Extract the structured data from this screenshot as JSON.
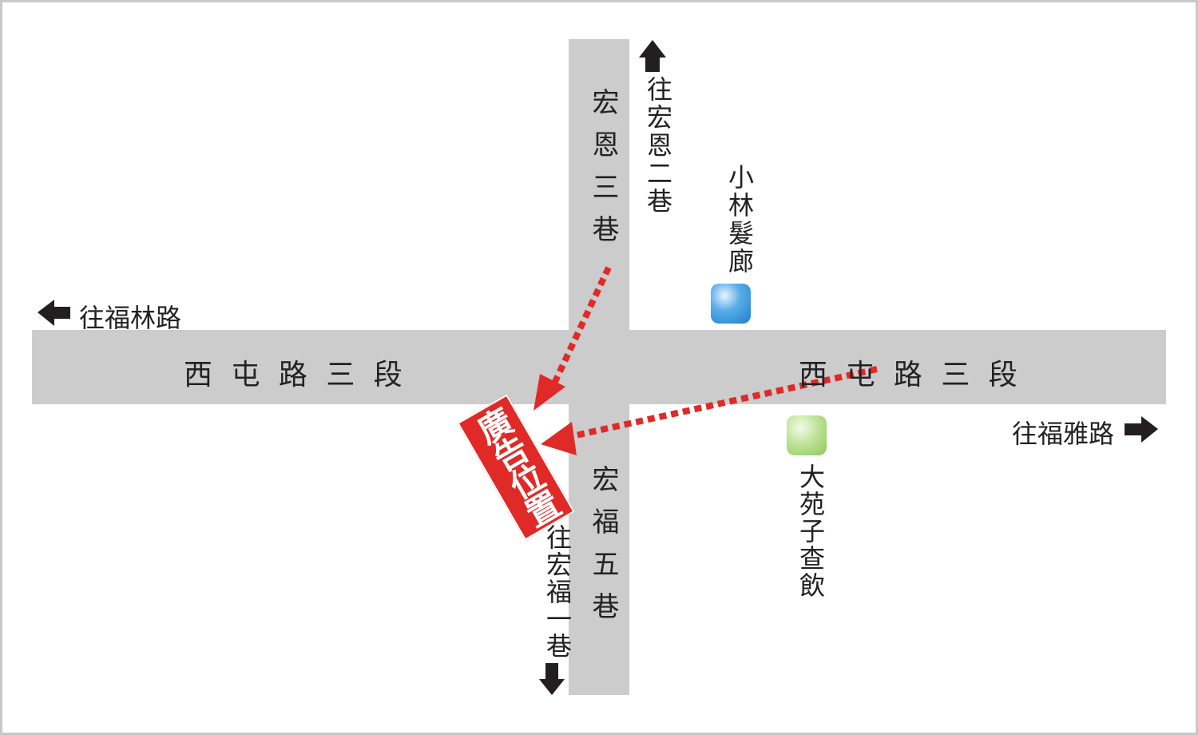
{
  "roads": {
    "main_left": "西 屯 路 三 段",
    "main_right": "西 屯 路 三 段",
    "north_lane": "宏恩三巷",
    "south_lane": "宏福五巷"
  },
  "directions": {
    "west": "往福林路",
    "east": "往福雅路",
    "north": "往宏恩二巷",
    "south": "往宏福一巷"
  },
  "landmarks": [
    {
      "name": "小林髮廊",
      "color": "#2a8fd8"
    },
    {
      "name": "大苑子查飲",
      "color": "#9ed36a"
    }
  ],
  "stamp": "廣告位置",
  "colors": {
    "road": "#cccccc",
    "accent": "#e02a27",
    "arrow": "#231f20"
  }
}
